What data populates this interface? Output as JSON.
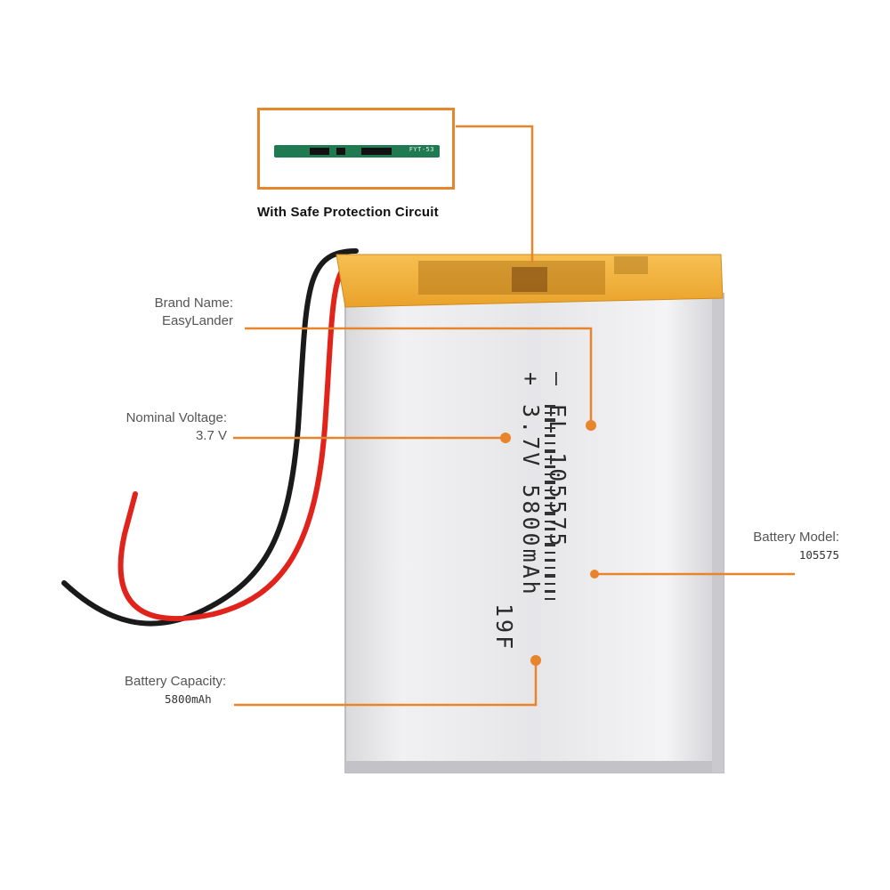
{
  "inset": {
    "caption": "With Safe Protection Circuit",
    "pcb_marking": "FYT-53"
  },
  "labels": {
    "brand": {
      "title": "Brand Name:",
      "value": "EasyLander"
    },
    "voltage": {
      "title": "Nominal Voltage:",
      "value": "3.7 V"
    },
    "model": {
      "title": "Battery Model:",
      "value": "105575"
    },
    "capacity": {
      "title": "Battery  Capacity:",
      "value": "5800mAh"
    }
  },
  "battery_print": {
    "line1": "— EL 105575",
    "line2": "+ 3.7V 5800mAh",
    "line3": "19F"
  },
  "colors": {
    "accent": "#e8852c",
    "pcb": "#1f7a52",
    "tape": "#f0a830"
  }
}
